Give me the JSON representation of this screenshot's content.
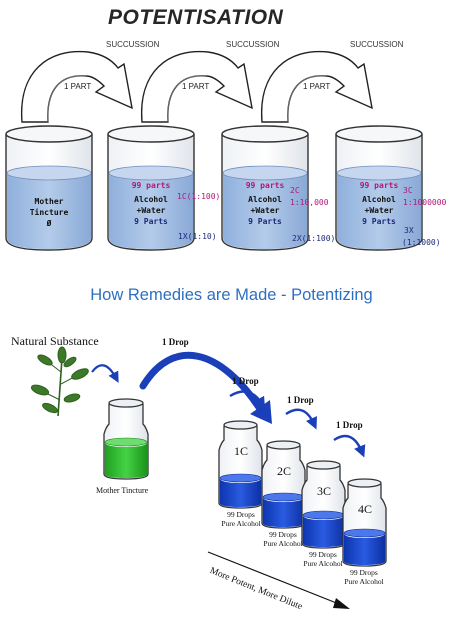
{
  "top": {
    "title": "POTENTISATION",
    "succussion_label": "SUCCUSSION",
    "part_label": "1 PART",
    "jars": [
      {
        "line1": "Mother",
        "line2": "Tincture",
        "line3": "Ø"
      },
      {
        "pink": "99 parts",
        "black1": "Alcohol",
        "black2": "+Water",
        "navy": "9 Parts"
      },
      {
        "pink": "99 parts",
        "black1": "Alcohol",
        "black2": "+Water",
        "navy": "9 Parts"
      },
      {
        "pink": "99 parts",
        "black1": "Alcohol",
        "black2": "+Water",
        "navy": "9 Parts"
      }
    ],
    "ratios": {
      "c1": "1C(1:100)",
      "x1": "1X(1:10)",
      "c2a": "2C",
      "c2b": "1:10,000",
      "x2": "2X(1:100)",
      "c3a": "3C",
      "c3b": "1:1000000",
      "x3a": "3X",
      "x3b": "(1:1000)"
    },
    "colors": {
      "liquid": "#a4bfe2",
      "pink": "#b0177a",
      "navy": "#1d2a7a"
    }
  },
  "subtitle": "How Remedies are Made - Potentizing",
  "bottom": {
    "natural_substance": "Natural Substance",
    "drop_label": "1 Drop",
    "mother_tincture": "Mother Tincture",
    "potency_labels": [
      "1C",
      "2C",
      "3C",
      "4C"
    ],
    "jar_caption_1": "99 Drops",
    "jar_caption_2": "Pure Alcohol",
    "diagonal": "More Potent, More Dilute",
    "colors": {
      "green": "#2db82d",
      "blue": "#1040c8"
    }
  }
}
